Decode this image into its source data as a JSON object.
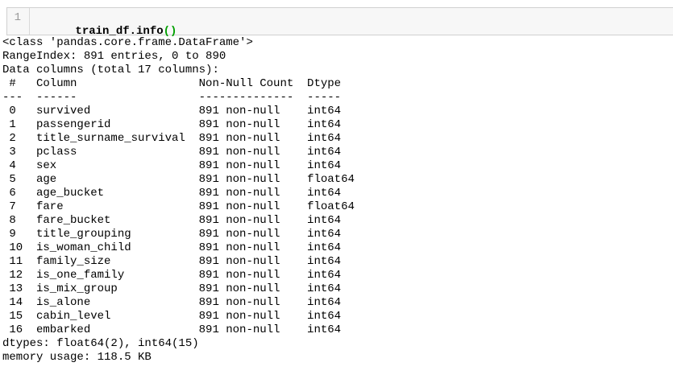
{
  "colors": {
    "page_background": "#ffffff",
    "cell_background": "#f7f7f7",
    "cell_border": "#d0d0d0",
    "gutter_divider": "#d9d9d9",
    "line_number": "#999999",
    "code_text": "#000000",
    "paren_green": "#00a000",
    "output_text": "#000000"
  },
  "code_cell": {
    "execution_count": "1",
    "code": {
      "call": "train_df.info",
      "parens": "()"
    }
  },
  "output": {
    "intro_lines": [
      "<class 'pandas.core.frame.DataFrame'>",
      "RangeIndex: 891 entries, 0 to 890",
      "Data columns (total 17 columns):"
    ],
    "table": {
      "headers": {
        "index": "#",
        "column": "Column",
        "non_null": "Non-Null Count",
        "dtype": "Dtype"
      },
      "separators": {
        "index": "---",
        "column": "------",
        "non_null": "--------------",
        "dtype": "-----"
      },
      "rows": [
        {
          "index": "0",
          "column": "survived",
          "non_null": "891 non-null",
          "dtype": "int64"
        },
        {
          "index": "1",
          "column": "passengerid",
          "non_null": "891 non-null",
          "dtype": "int64"
        },
        {
          "index": "2",
          "column": "title_surname_survival",
          "non_null": "891 non-null",
          "dtype": "int64"
        },
        {
          "index": "3",
          "column": "pclass",
          "non_null": "891 non-null",
          "dtype": "int64"
        },
        {
          "index": "4",
          "column": "sex",
          "non_null": "891 non-null",
          "dtype": "int64"
        },
        {
          "index": "5",
          "column": "age",
          "non_null": "891 non-null",
          "dtype": "float64"
        },
        {
          "index": "6",
          "column": "age_bucket",
          "non_null": "891 non-null",
          "dtype": "int64"
        },
        {
          "index": "7",
          "column": "fare",
          "non_null": "891 non-null",
          "dtype": "float64"
        },
        {
          "index": "8",
          "column": "fare_bucket",
          "non_null": "891 non-null",
          "dtype": "int64"
        },
        {
          "index": "9",
          "column": "title_grouping",
          "non_null": "891 non-null",
          "dtype": "int64"
        },
        {
          "index": "10",
          "column": "is_woman_child",
          "non_null": "891 non-null",
          "dtype": "int64"
        },
        {
          "index": "11",
          "column": "family_size",
          "non_null": "891 non-null",
          "dtype": "int64"
        },
        {
          "index": "12",
          "column": "is_one_family",
          "non_null": "891 non-null",
          "dtype": "int64"
        },
        {
          "index": "13",
          "column": "is_mix_group",
          "non_null": "891 non-null",
          "dtype": "int64"
        },
        {
          "index": "14",
          "column": "is_alone",
          "non_null": "891 non-null",
          "dtype": "int64"
        },
        {
          "index": "15",
          "column": "cabin_level",
          "non_null": "891 non-null",
          "dtype": "int64"
        },
        {
          "index": "16",
          "column": "embarked",
          "non_null": "891 non-null",
          "dtype": "int64"
        }
      ]
    },
    "footer_lines": [
      "dtypes: float64(2), int64(15)",
      "memory usage: 118.5 KB"
    ]
  }
}
